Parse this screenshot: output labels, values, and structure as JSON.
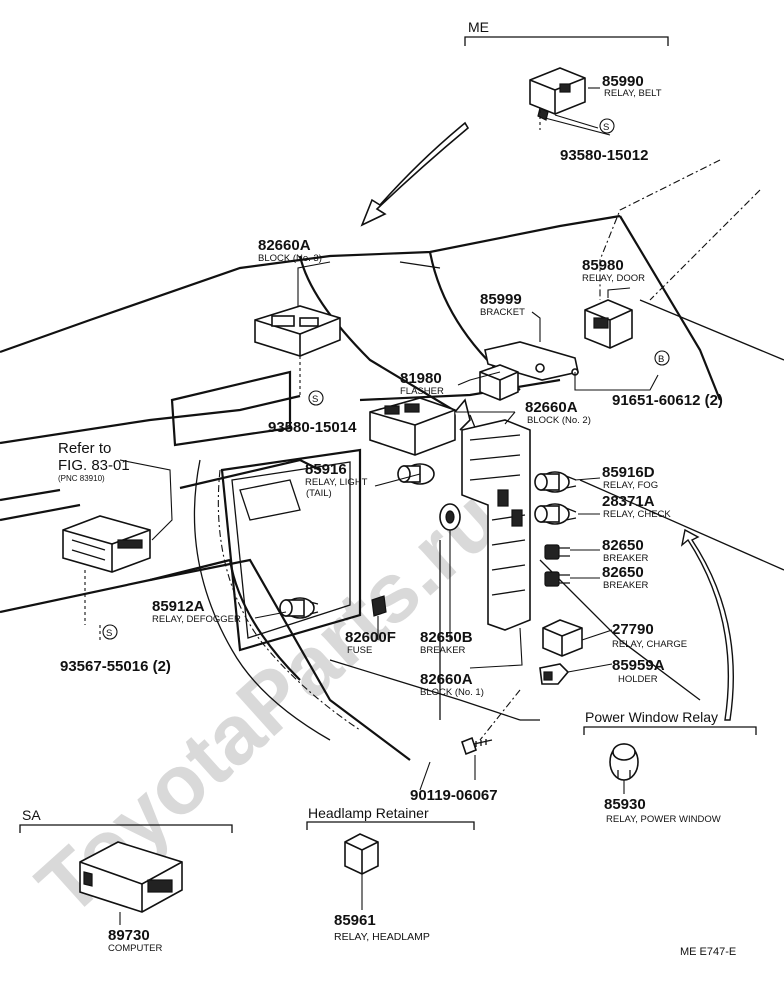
{
  "diagram_code": "ME E747-E",
  "watermark": "ToyotaParts.ru",
  "sections": {
    "me": "ME",
    "sa": "SA",
    "headlamp_retainer": "Headlamp Retainer",
    "power_window_relay": "Power Window Relay"
  },
  "refer": {
    "line1": "Refer to",
    "line2": "FIG. 83-01",
    "pnc": "(PNC 83910)"
  },
  "parts": {
    "p85990": {
      "number": "85990",
      "desc": "RELAY, BELT"
    },
    "p93580a": {
      "number": "93580-15012",
      "symbol": "S"
    },
    "p85980": {
      "number": "85980",
      "desc": "RELAY, DOOR"
    },
    "p82660a3": {
      "number": "82660A",
      "desc": "BLOCK (No. 3)"
    },
    "p85999": {
      "number": "85999",
      "desc": "BRACKET"
    },
    "p81980": {
      "number": "81980",
      "desc": "FLASHER"
    },
    "p91651": {
      "number": "91651-60612 (2)",
      "symbol": "B"
    },
    "p82660a2": {
      "number": "82660A",
      "desc": "BLOCK (No. 2)"
    },
    "p93580b": {
      "number": "93580-15014",
      "symbol": "S"
    },
    "p85916": {
      "number": "85916",
      "desc": "RELAY, LIGHT",
      "desc2": "(TAIL)"
    },
    "p85916d": {
      "number": "85916D",
      "desc": "RELAY, FOG"
    },
    "p28371a": {
      "number": "28371A",
      "desc": "RELAY, CHECK"
    },
    "p82650a": {
      "number": "82650",
      "desc": "BREAKER"
    },
    "p82650b": {
      "number": "82650",
      "desc": "BREAKER"
    },
    "p85912a": {
      "number": "85912A",
      "desc": "RELAY, DEFOGGER"
    },
    "p93567": {
      "number": "93567-55016 (2)",
      "symbol": "S"
    },
    "p27790": {
      "number": "27790",
      "desc": "RELAY, CHARGE"
    },
    "p82600f": {
      "number": "82600F",
      "desc": "FUSE"
    },
    "p82650bb": {
      "number": "82650B",
      "desc": "BREAKER"
    },
    "p82660a1": {
      "number": "82660A",
      "desc": "BLOCK (No. 1)"
    },
    "p85959a": {
      "number": "85959A",
      "desc": "HOLDER"
    },
    "p90119": {
      "number": "90119-06067"
    },
    "p85930": {
      "number": "85930",
      "desc": "RELAY, POWER WINDOW"
    },
    "p89730": {
      "number": "89730",
      "desc": "COMPUTER"
    },
    "p85961": {
      "number": "85961",
      "desc": "RELAY, HEADLAMP"
    }
  }
}
